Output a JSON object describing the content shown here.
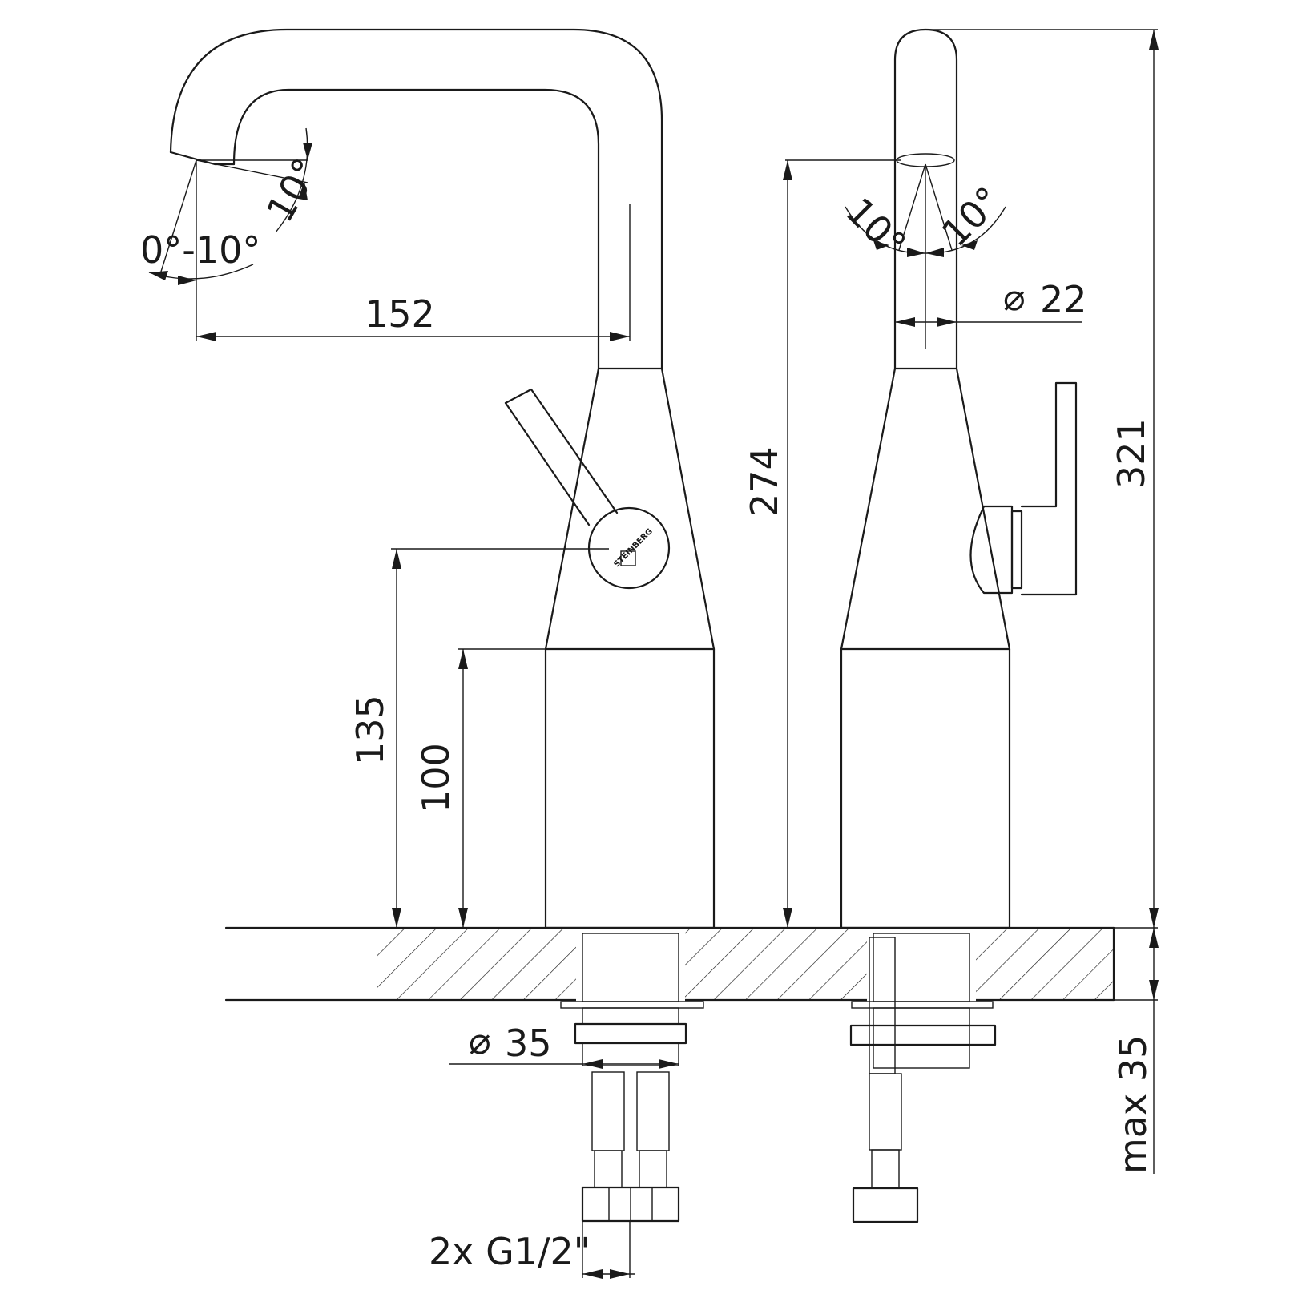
{
  "brand": "STEINBERG",
  "dimensions": {
    "spout_reach": "152",
    "spout_angle": "10°",
    "spout_tilt": "0°-10°",
    "height_spout_outlet": "274",
    "overall_height": "321",
    "spout_diameter": "22",
    "side_angle_left": "10°",
    "side_angle_right": "10°",
    "lever_height": "135",
    "body_height": "100",
    "shank_diameter": "35",
    "connection": "2x G1/2\"",
    "max_counter_thickness": "max 35"
  },
  "symbols": {
    "diameter": "⌀"
  }
}
